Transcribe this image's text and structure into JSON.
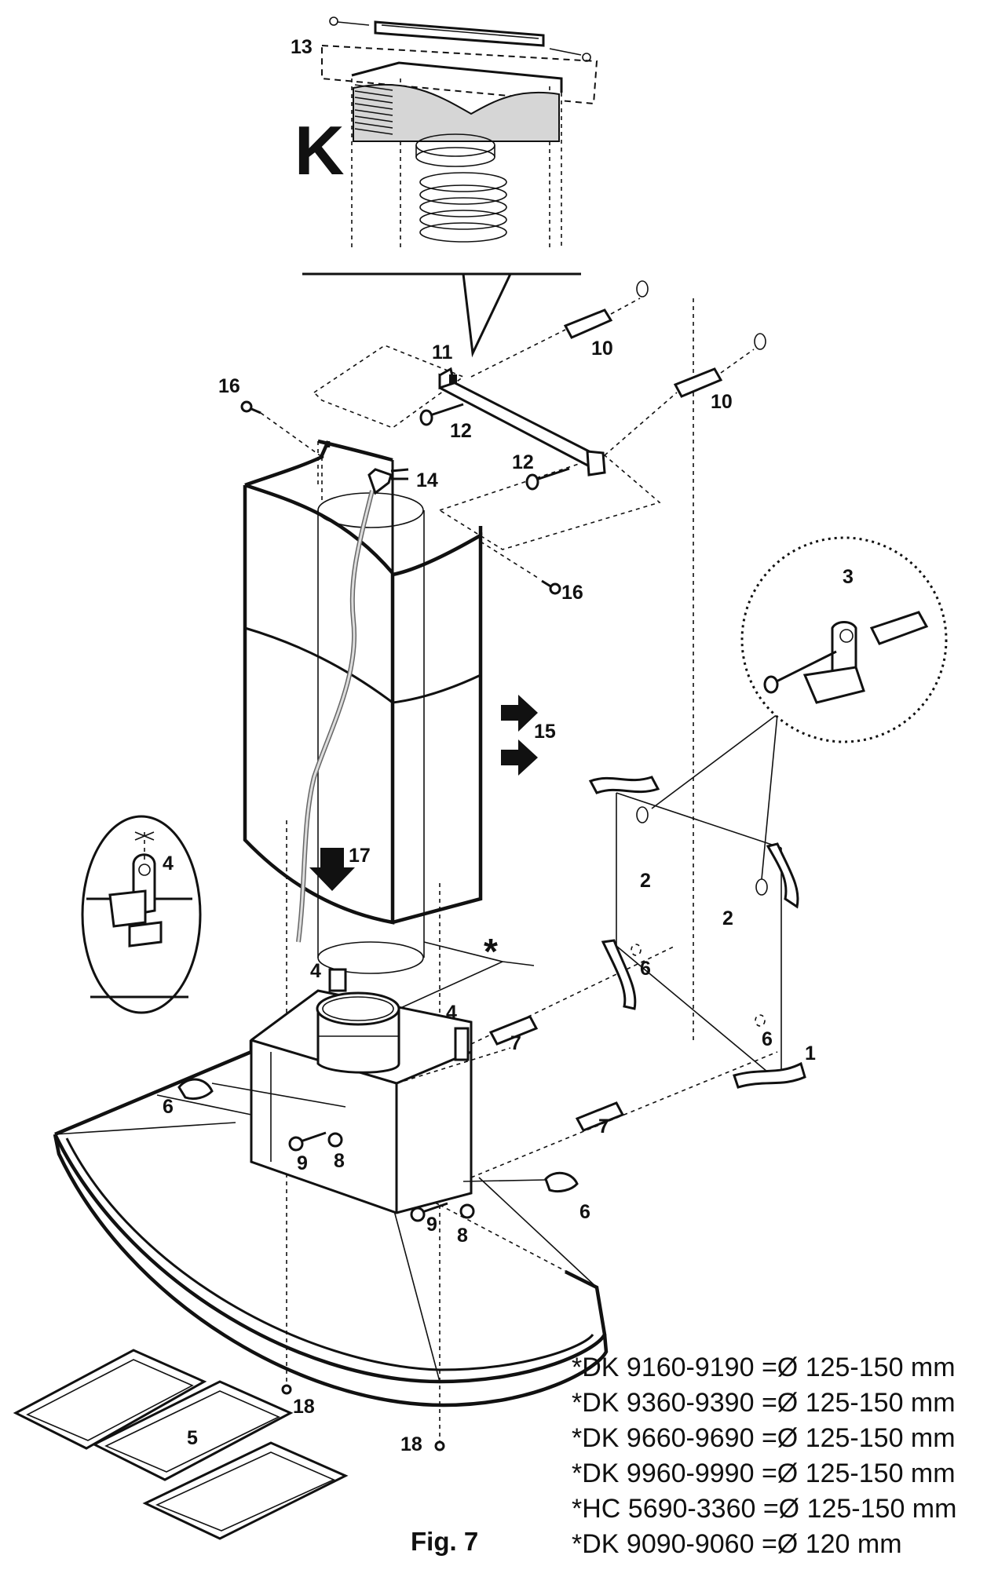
{
  "detail_label": "K",
  "figure_label": "Fig. 7",
  "asterisk": "*",
  "callouts": {
    "c1": "1",
    "c2a": "2",
    "c2b": "2",
    "c3": "3",
    "c4a": "4",
    "c4b": "4",
    "c4c": "4",
    "c5": "5",
    "c6a": "6",
    "c6b": "6",
    "c6c": "6",
    "c6d": "6",
    "c7a": "7",
    "c7b": "7",
    "c8a": "8",
    "c8b": "8",
    "c9a": "9",
    "c9b": "9",
    "c10a": "10",
    "c10b": "10",
    "c11": "11",
    "c12a": "12",
    "c12b": "12",
    "c13": "13",
    "c14": "14",
    "c15": "15",
    "c16a": "16",
    "c16b": "16",
    "c17": "17",
    "c18a": "18",
    "c18b": "18"
  },
  "spec_list": [
    "*DK 9160-9190 =Ø 125-150 mm",
    "*DK 9360-9390 =Ø 125-150 mm",
    "*DK 9660-9690 =Ø 125-150 mm",
    "*DK 9960-9990 =Ø 125-150 mm",
    "*HC 5690-3360 =Ø 125-150 mm",
    "*DK 9090-9060 =Ø 120 mm"
  ]
}
